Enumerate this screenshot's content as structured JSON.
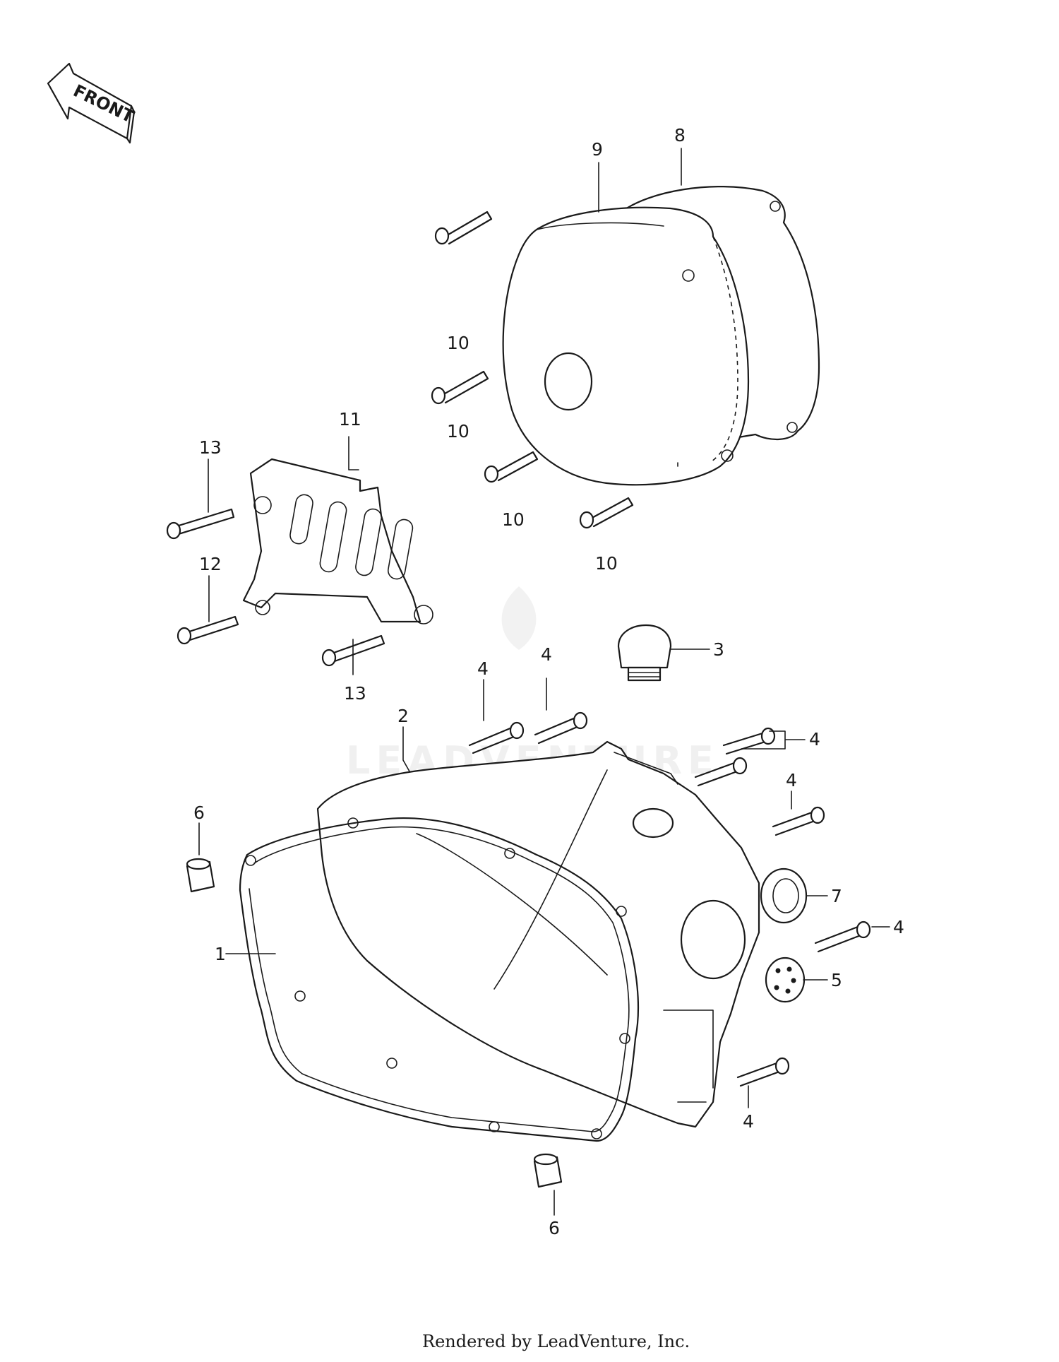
{
  "front_badge": "FRONT",
  "watermark": "LEADVENTURE",
  "footer": "Rendered by LeadVenture, Inc.",
  "callouts": {
    "c1": "1",
    "c2": "2",
    "c3": "3",
    "c4a": "4",
    "c4b": "4",
    "c4c": "4",
    "c4d": "4",
    "c4e": "4",
    "c4f": "4",
    "c5": "5",
    "c6a": "6",
    "c6b": "6",
    "c7": "7",
    "c8": "8",
    "c9": "9",
    "c10a": "10",
    "c10b": "10",
    "c10c": "10",
    "c10d": "10",
    "c11": "11",
    "c12": "12",
    "c13a": "13",
    "c13b": "13"
  }
}
